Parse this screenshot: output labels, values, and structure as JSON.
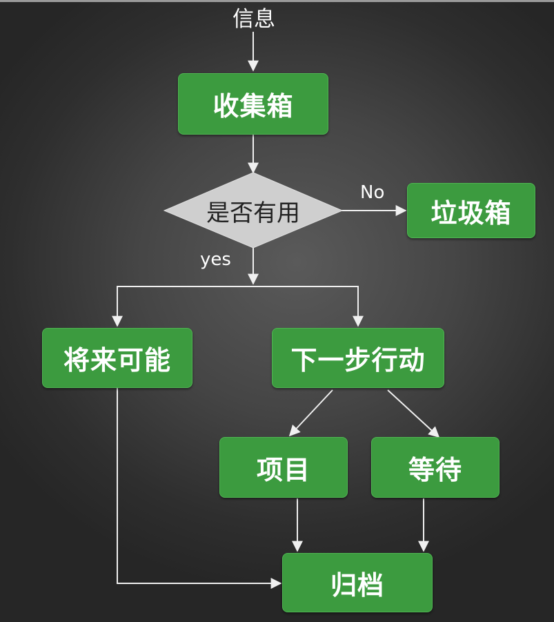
{
  "diagram": {
    "nodes": {
      "info": "信息",
      "inbox": "收集箱",
      "decision": "是否有用",
      "trash": "垃圾箱",
      "future": "将来可能",
      "next_action": "下一步行动",
      "project": "项目",
      "waiting": "等待",
      "archive": "归档"
    },
    "edge_labels": {
      "no": "No",
      "yes": "yes"
    },
    "colors": {
      "box_fill": "#3c9b3f",
      "diamond_fill": "#cfcfcf",
      "arrow": "#f0f0f0"
    }
  }
}
